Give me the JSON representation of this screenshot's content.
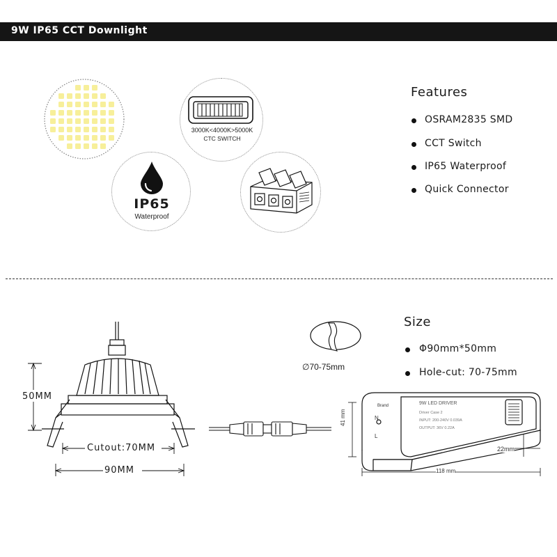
{
  "header": {
    "title": "9W  IP65  CCT  Downlight"
  },
  "icons": {
    "led_array": "led-array-icon",
    "switch": "cct-switch-icon",
    "waterdrop": "water-drop-icon",
    "connector": "quick-connector-icon"
  },
  "switch_panel": {
    "range": "3000K<4000K>5000K",
    "caption": "CTC SWITCH"
  },
  "ip_panel": {
    "rating": "IP65",
    "caption": "Waterproof"
  },
  "features": {
    "title": "Features",
    "items": [
      "OSRAM2835   SMD",
      "CCT Switch",
      "IP65 Waterproof",
      "Quick Connector"
    ]
  },
  "size": {
    "title": "Size",
    "items": [
      "Φ90mm*50mm",
      "Hole-cut: 70-75mm"
    ]
  },
  "downlight_dims": {
    "height": "50MM",
    "cutout": "Cutout:70MM",
    "width": "90MM"
  },
  "hole": {
    "label": "∅70-75mm"
  },
  "driver": {
    "label": "9W LED DRIVER",
    "model": "Driver Case 2",
    "input": "INPUT:   200-240V   0.039A",
    "output": "OUTPUT:   36V  0.22A",
    "n": "N",
    "l": "L",
    "brand": "Brand",
    "dims": {
      "height": "41 mm",
      "depth": "22mm",
      "length": "118 mm"
    }
  },
  "colors": {
    "header_bg": "#151515",
    "led_yellow": "#f7ef9a"
  }
}
